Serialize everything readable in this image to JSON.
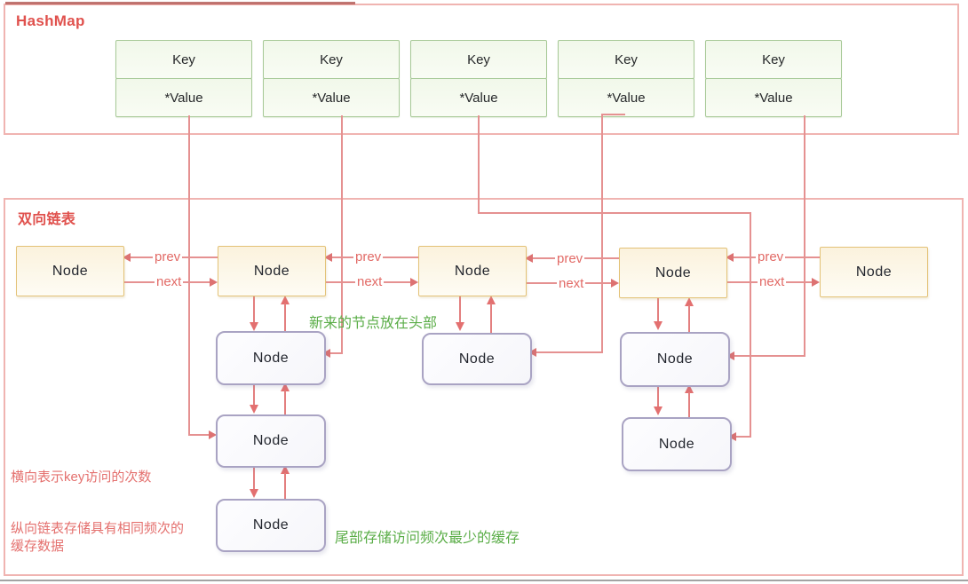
{
  "hashmap": {
    "title": "HashMap",
    "columns": [
      {
        "key": "Key",
        "value": "*Value"
      },
      {
        "key": "Key",
        "value": "*Value"
      },
      {
        "key": "Key",
        "value": "*Value"
      },
      {
        "key": "Key",
        "value": "*Value"
      },
      {
        "key": "Key",
        "value": "*Value"
      }
    ]
  },
  "linked_list": {
    "title": "双向链表",
    "row_nodes": [
      "Node",
      "Node",
      "Node",
      "Node",
      "Node"
    ],
    "pair_labels": [
      {
        "prev": "prev",
        "next": "next"
      },
      {
        "prev": "prev",
        "next": "next"
      },
      {
        "prev": "prev",
        "next": "next"
      },
      {
        "prev": "prev",
        "next": "next"
      }
    ],
    "column_nodes": {
      "under_node2": [
        "Node",
        "Node",
        "Node"
      ],
      "under_node3": [
        "Node"
      ],
      "under_node4": [
        "Node",
        "Node"
      ]
    }
  },
  "annotations": {
    "head_note": "新来的节点放在头部",
    "tail_note": "尾部存储访问频次最少的缓存",
    "horizontal_note": "横向表示key访问的次数",
    "vertical_note": "纵向链表存储具有相同频次的\n缓存数据"
  },
  "colors": {
    "panel_border": "#f0b4b1",
    "title_red": "#e0514d",
    "connector_salmon": "#e59191",
    "arrow_red": "#dd7272",
    "annotation_red": "#e4706e",
    "annotation_green": "#5aad47",
    "green_cell_border": "#a7c997",
    "green_cell_fill": "#f1f8ea",
    "yellow_node_border": "#e3c277",
    "yellow_node_fill": "#fbf2dd",
    "purple_node_border": "#a9a3c3",
    "node_text": "#23262e"
  }
}
